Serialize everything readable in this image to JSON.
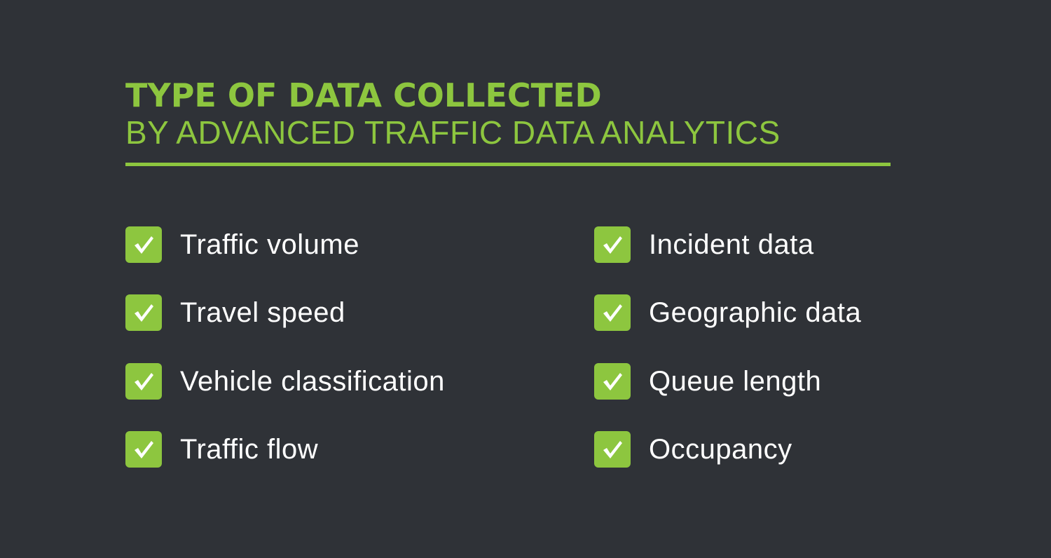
{
  "header": {
    "title_bold": "TYPE OF DATA COLLECTED",
    "title_light": "BY ADVANCED TRAFFIC DATA ANALYTICS"
  },
  "colors": {
    "background": "#2f3237",
    "accent": "#8dc63f",
    "text": "#ffffff"
  },
  "left_column": {
    "items": [
      {
        "label": "Traffic volume",
        "icon": "check-icon"
      },
      {
        "label": "Travel speed",
        "icon": "check-icon"
      },
      {
        "label": "Vehicle classification",
        "icon": "check-icon"
      },
      {
        "label": "Traffic flow",
        "icon": "check-icon"
      }
    ]
  },
  "right_column": {
    "items": [
      {
        "label": "Incident data",
        "icon": "check-icon"
      },
      {
        "label": "Geographic data",
        "icon": "check-icon"
      },
      {
        "label": "Queue length",
        "icon": "check-icon"
      },
      {
        "label": "Occupancy",
        "icon": "check-icon"
      }
    ]
  }
}
